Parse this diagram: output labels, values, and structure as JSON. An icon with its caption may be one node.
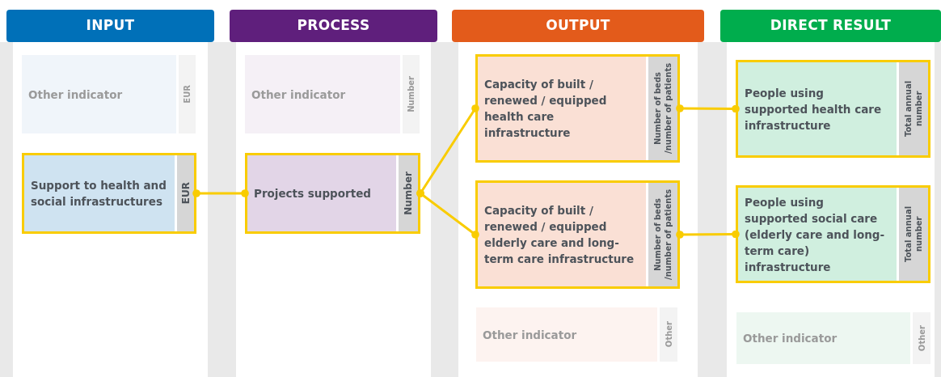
{
  "diagram": {
    "nodes": [
      {
        "text": [
          "INPUT"
        ]
      },
      {
        "text": [
          "Other indicator",
          "EUR"
        ],
        "in": 0
      },
      {
        "text": [
          "Support to health and social infrastructures",
          "EUR"
        ],
        "in": 0
      },
      {
        "text": [
          "PROCESS"
        ]
      },
      {
        "text": [
          "Other indicator",
          "Number"
        ],
        "in": 3
      },
      {
        "text": [
          "Projects supported",
          "Number"
        ],
        "in": 3
      },
      {
        "text": [
          "OUTPUT"
        ]
      },
      {
        "text": [
          "Capacity of built / renewed / equipped health care infrastructure",
          "Number of beds /number of patients"
        ],
        "in": 6
      },
      {
        "text": [
          "Capacity of built / renewed / equipped elderly care and long-term care infrastructure",
          "Number of beds /number of patients"
        ],
        "in": 6
      },
      {
        "text": [
          "Other indicator",
          "Other"
        ],
        "in": 6
      },
      {
        "text": [
          "DIRECT RESULT"
        ]
      },
      {
        "text": [
          "People using supported health care infrastructure",
          "Total annual number"
        ],
        "in": 10
      },
      {
        "text": [
          "People using supported social care (elderly care and long-term care) infrastructure",
          "Total annual number"
        ],
        "in": 10
      },
      {
        "text": [
          "Other indicator",
          "Other"
        ],
        "in": 10
      }
    ],
    "edges": [
      {
        "from": 2,
        "to": 5,
        "arrow": "other"
      },
      {
        "from": 5,
        "to": 7,
        "arrow": "other"
      },
      {
        "from": 5,
        "to": 8,
        "arrow": "other"
      },
      {
        "from": 7,
        "to": 11,
        "arrow": "other"
      },
      {
        "from": 8,
        "to": 12,
        "arrow": "other"
      }
    ]
  }
}
